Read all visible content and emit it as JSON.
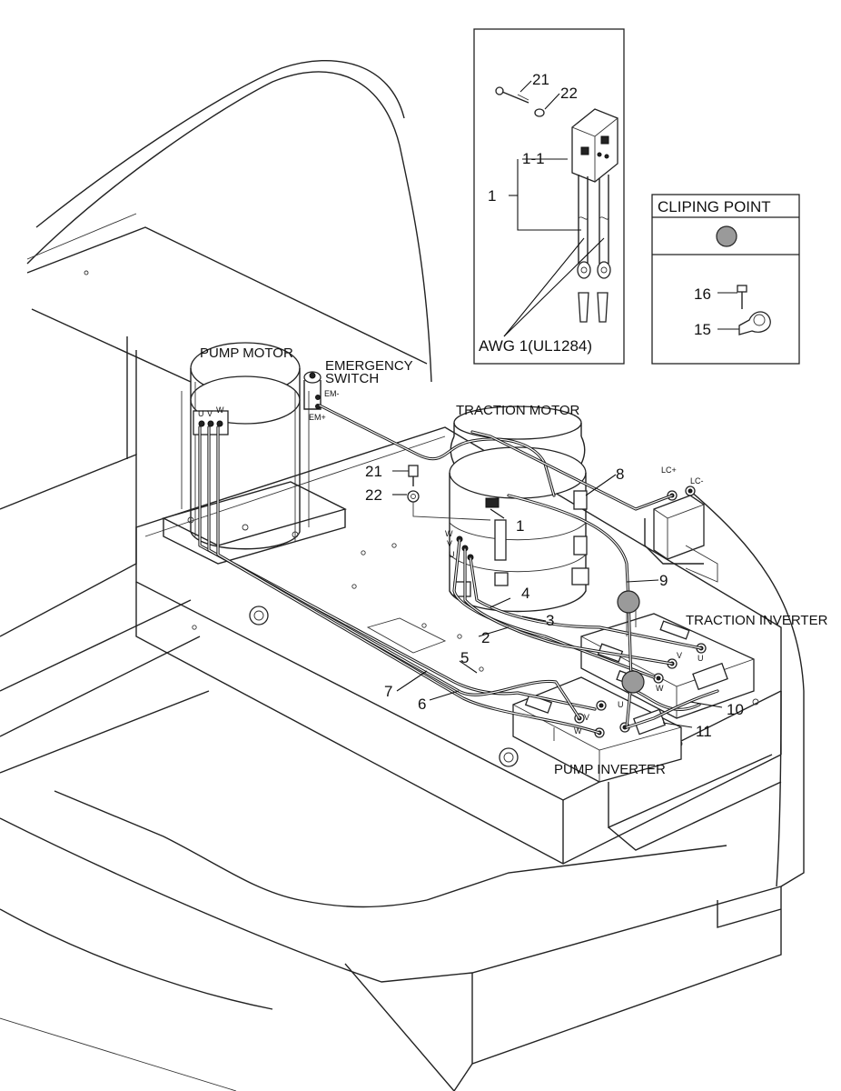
{
  "labels": {
    "pump_motor": "PUMP MOTOR",
    "emergency_switch_l1": "EMERGENCY",
    "emergency_switch_l2": "SWITCH",
    "em_minus": "EM-",
    "em_plus": "EM+",
    "traction_motor": "TRACTION MOTOR",
    "traction_inverter": "TRACTION INVERTER",
    "pump_inverter": "PUMP INVERTER",
    "lc_plus": "LC+",
    "lc_minus": "LC-",
    "pm_w": "W",
    "pm_v": "V",
    "pm_u": "U",
    "tm_w": "W",
    "tm_v": "V",
    "tm_u": "U",
    "ti_u": "U",
    "ti_v": "V",
    "ti_w": "W",
    "pi_u": "U",
    "pi_v": "V",
    "pi_w": "W"
  },
  "callouts": {
    "c1": "1",
    "c2": "2",
    "c3": "3",
    "c4": "4",
    "c5": "5",
    "c6": "6",
    "c7": "7",
    "c8": "8",
    "c9": "9",
    "c10": "10",
    "c11": "11",
    "c21": "21",
    "c22": "22"
  },
  "inset_cable": {
    "c21": "21",
    "c22": "22",
    "c1_1": "1-1",
    "c1": "1",
    "awg": "AWG 1(UL1284)"
  },
  "inset_clip": {
    "title": "CLIPING POINT",
    "c16": "16",
    "c15": "15"
  }
}
